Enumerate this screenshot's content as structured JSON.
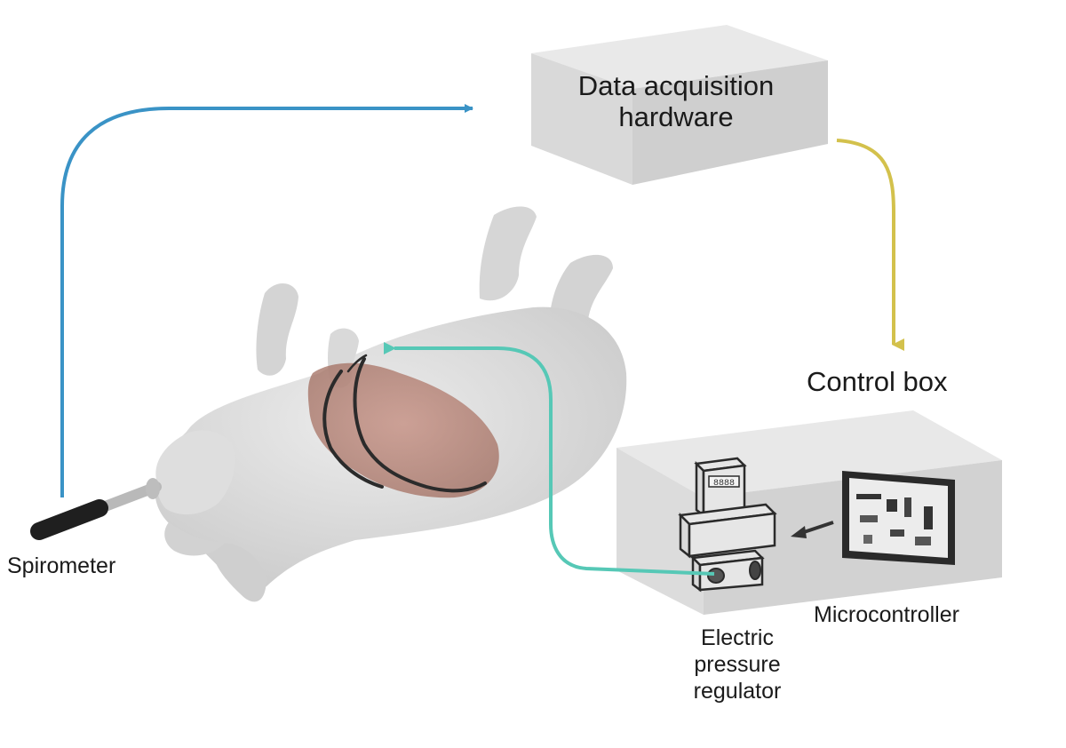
{
  "labels": {
    "daq": [
      "Data acquisition",
      "hardware"
    ],
    "control_box": "Control box",
    "spirometer": "Spirometer",
    "microcontroller": "Microcontroller",
    "pressure_regulator": [
      "Electric",
      "pressure",
      "regulator"
    ]
  },
  "regulator_display": "8888",
  "colors": {
    "blue_arrow": "#3a93c6",
    "yellow_arrow": "#d3c14c",
    "teal_arrow": "#56c8b6",
    "box_face": "#dadada",
    "box_top": "#e9e9e9",
    "box_side": "#c9c9c9",
    "body_fill": "#d8d8d8",
    "lung_fill": "#b27b6c",
    "actuator_stroke": "#2b2b2b"
  }
}
